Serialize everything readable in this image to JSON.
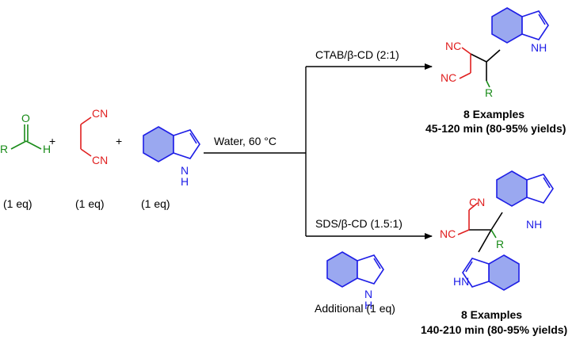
{
  "reactants": {
    "aldehyde": {
      "R": "R",
      "O": "O",
      "H": "H",
      "eq": "(1 eq)"
    },
    "plus1": "+",
    "malononitrile": {
      "cn_top": "CN",
      "cn_bottom": "CN",
      "eq": "(1 eq)"
    },
    "plus2": "+",
    "indole": {
      "NH": "N",
      "H": "H",
      "eq": "(1 eq)"
    }
  },
  "conditions": {
    "main": "Water, 60 °C"
  },
  "top_branch": {
    "catalyst": "CTAB/β-CD (2:1)",
    "product": {
      "nc_top": "NC",
      "nc_bottom": "NC",
      "R": "R",
      "NH": "NH"
    },
    "examples": "8 Examples",
    "time_yield": "45-120 min (80-95% yields)"
  },
  "bottom_branch": {
    "catalyst": "SDS/β-CD (1.5:1)",
    "additional_indole": {
      "N": "N",
      "H": "H",
      "label": "Additional (1 eq)"
    },
    "product": {
      "cn": "CN",
      "nc": "NC",
      "R": "R",
      "NH_top": "NH",
      "HN_bottom": "HN"
    },
    "examples": "8 Examples",
    "time_yield": "140-210 min (80-95% yields)"
  },
  "colors": {
    "aldehyde": "#1a8c1a",
    "malononitrile": "#e02020",
    "indole": "#1e1ee6",
    "indole_fill": "#9aa8f0"
  }
}
